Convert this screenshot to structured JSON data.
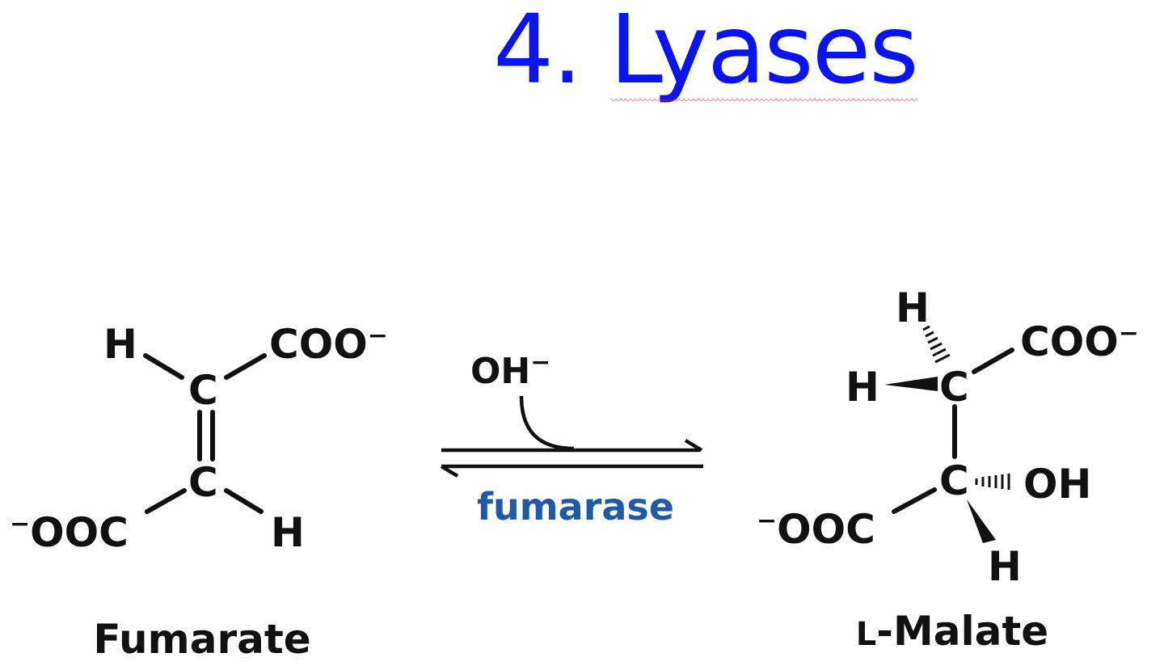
{
  "title": {
    "number": "4.",
    "word": "Lyases"
  },
  "reactant": {
    "name": "Fumarate",
    "atoms": {
      "h_top": "H",
      "c_top": "C",
      "coo_top": "COO",
      "c_bottom": "C",
      "ooc_bottom": "OOC",
      "h_bottom": "H"
    },
    "charge": "−"
  },
  "reaction": {
    "reagent": "OH",
    "reagent_charge": "−",
    "enzyme": "fumarase"
  },
  "product": {
    "name_prefix": "L",
    "name": "-Malate",
    "atoms": {
      "h_top": "H",
      "h_left": "H",
      "c_top": "C",
      "coo_top": "COO",
      "c_bottom": "C",
      "oh": "OH",
      "ooc_bottom": "OOC",
      "h_bottom": "H"
    },
    "charge": "−"
  },
  "colors": {
    "title": "#0a14f0",
    "enzyme": "#1f5aa8",
    "spellcheck": "#e23030"
  }
}
